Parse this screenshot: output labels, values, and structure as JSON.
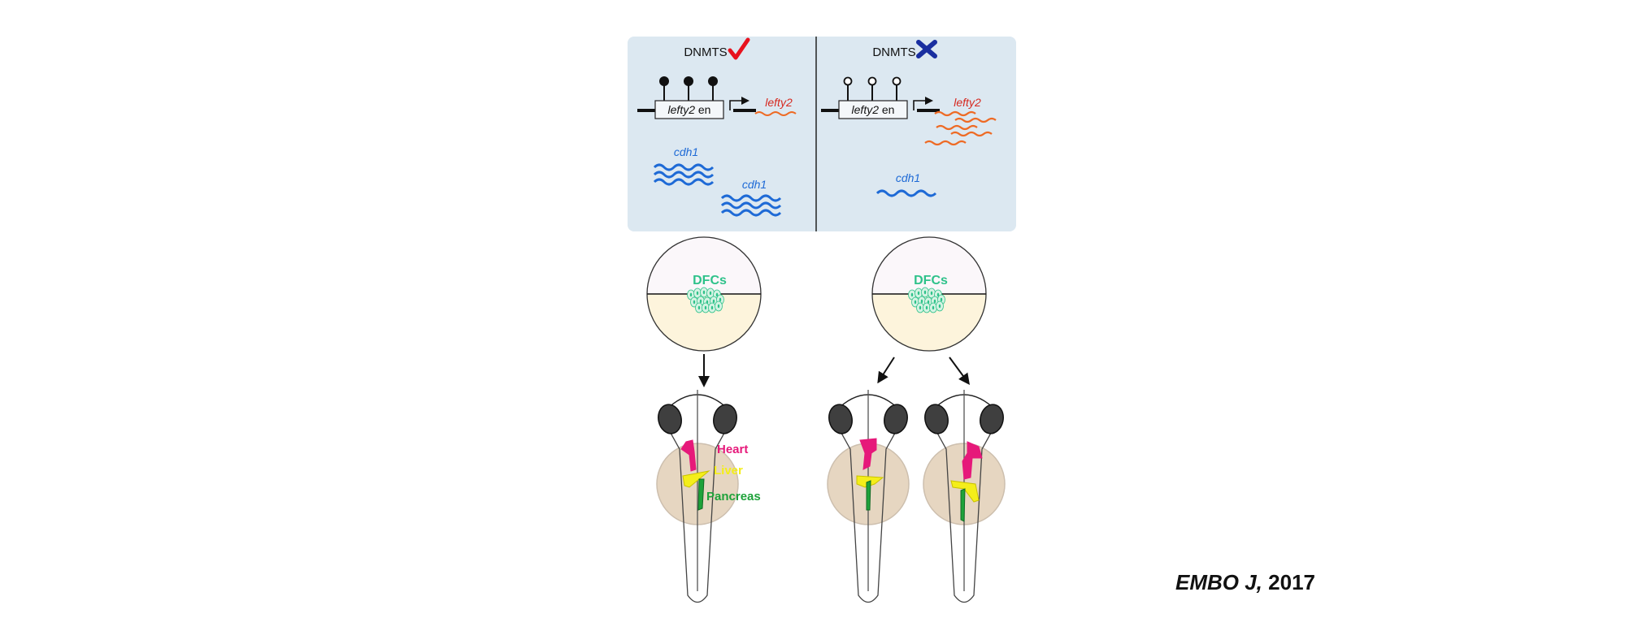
{
  "panels": [
    {
      "id": "dnmts-present",
      "header_label": "DNMTS",
      "status_icon": "checkmark-icon",
      "status_meaning": "present",
      "methylation": "methylated",
      "enhancer_label_italic": "lefty2",
      "enhancer_label_suffix": " en",
      "transcript_label": "lefty2",
      "cdh1_labels": [
        "cdh1",
        "cdh1"
      ]
    },
    {
      "id": "dnmts-absent",
      "header_label": "DNMTS",
      "status_icon": "cross-icon",
      "status_meaning": "absent",
      "methylation": "unmethylated",
      "enhancer_label_italic": "lefty2",
      "enhancer_label_suffix": " en",
      "transcript_label": "lefty2",
      "cdh1_labels": [
        "cdh1"
      ]
    }
  ],
  "embryos": [
    {
      "label": "DFCs"
    },
    {
      "label": "DFCs"
    }
  ],
  "organ_labels": {
    "heart": "Heart",
    "liver": "Liver",
    "pancreas": "Pancreas"
  },
  "citation": {
    "journal": "EMBO  J,",
    "year": " 2017"
  },
  "colors": {
    "panel_bg": "#dce8f1",
    "check": "#e8121e",
    "cross": "#1a2fa0",
    "lefty2_text": "#d6281f",
    "lefty2_wave": "#ee6a24",
    "cdh1": "#1e6ad6",
    "dfc_green": "#2ec28a",
    "heart": "#e6197a",
    "liver": "#f4ee1a",
    "pancreas": "#1ea23a",
    "yolk": "#e6d6c1",
    "animal_pole": "#fbf7fa",
    "vegetal_pole": "#fdf4dc",
    "eye": "#3f3f3f"
  }
}
